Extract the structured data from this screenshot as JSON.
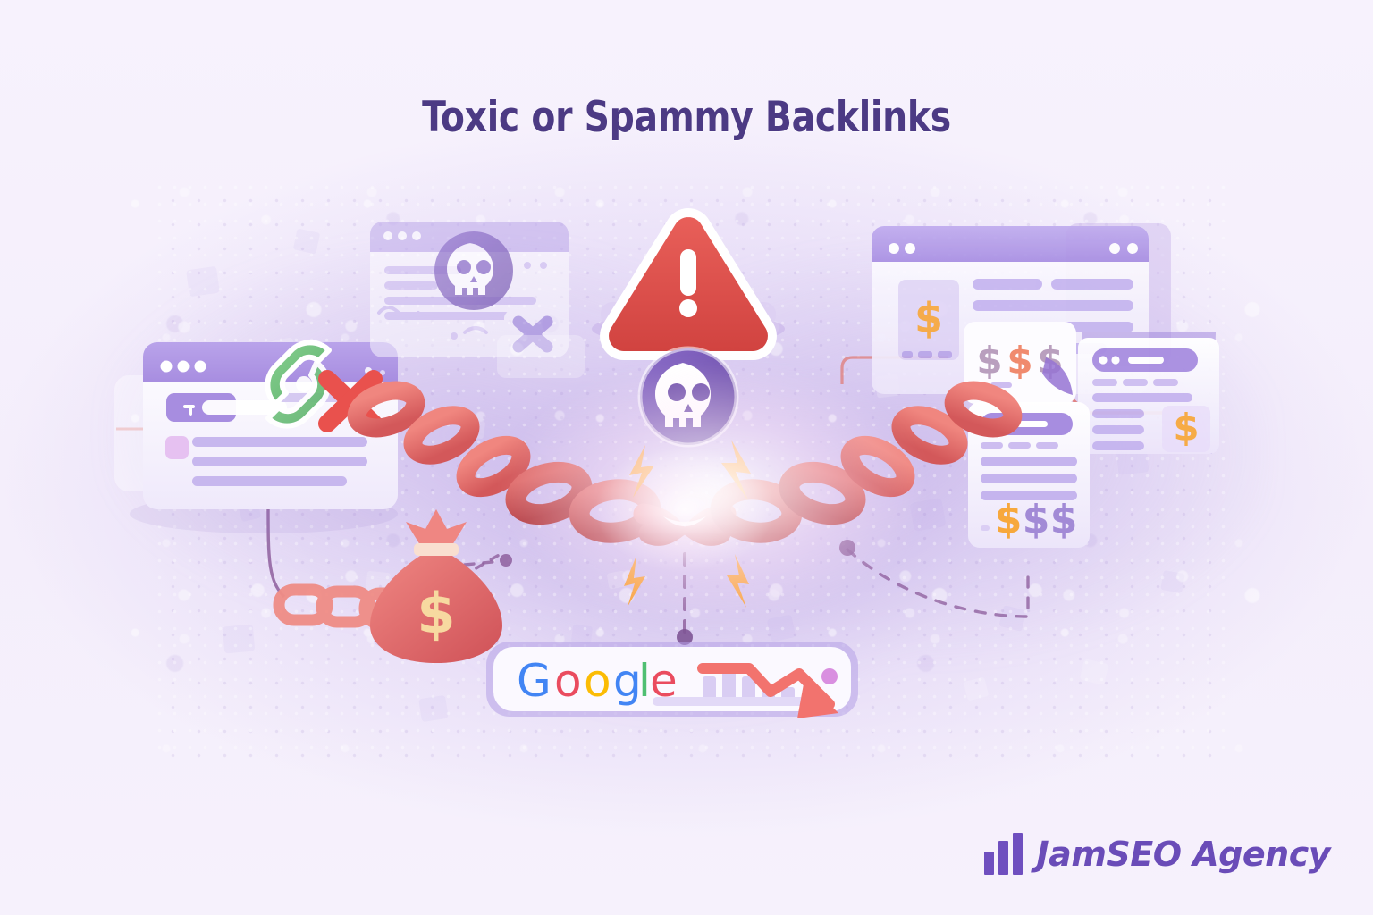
{
  "page": {
    "title": "Toxic or Spammy Backlinks",
    "background_color": "#f6f1fc",
    "title_color": "#4c3a84"
  },
  "brand": {
    "name": "JamSEO Agency",
    "color": "#6a4cb8",
    "bars_icon": "bar-chart-logo"
  },
  "icons": {
    "warning_triangle": "warning-triangle-icon",
    "skull_center": "skull-icon",
    "skull_card": "skull-icon",
    "broken_link": "broken-link-icon",
    "red_x": "red-x-icon",
    "purple_x": "purple-x-icon",
    "money_bag": "money-bag-icon",
    "broken_chain": "broken-chain-icon",
    "lightning": "lightning-bolt-icon",
    "declining_arrow": "declining-trend-arrow-icon",
    "dollar": "dollar-sign-icon"
  },
  "search_bar": {
    "logo_text": "Google",
    "logo_letters": [
      {
        "char": "G",
        "color": "#4285F4"
      },
      {
        "char": "o",
        "color": "#EA4C5F"
      },
      {
        "char": "o",
        "color": "#FBBC05"
      },
      {
        "char": "g",
        "color": "#4285F4"
      },
      {
        "char": "l",
        "color": "#4FBF72"
      },
      {
        "char": "e",
        "color": "#EA4C5F"
      }
    ],
    "trend": "declining",
    "trend_color": "#f2736e"
  },
  "cards": {
    "left_browser": {
      "name": "browser-window-broken-link",
      "dots": 3,
      "link_status": "broken",
      "marker": "red-x"
    },
    "skull_card": {
      "name": "browser-card-skull",
      "dots": 3,
      "marker": "purple-x"
    },
    "right_browser": {
      "name": "browser-window-paid-links",
      "dots": 4,
      "currency": "$"
    },
    "money_card_top": {
      "name": "card-paid-links-top",
      "currency": "$$$",
      "symbols": [
        "$",
        "$",
        "$"
      ]
    },
    "money_card_bottom": {
      "name": "document-paid-links-bottom",
      "currency": "$$$",
      "symbols": [
        "$",
        "$",
        "$"
      ]
    },
    "right_document": {
      "name": "document-paid-link",
      "currency": "$"
    }
  },
  "colors": {
    "chain_red": "#e9716e",
    "chain_red_dark": "#c9534f",
    "warning_red": "#e0504b",
    "skull_purple": "#6f53b5",
    "panel_purple": "#a892e0",
    "lightning_orange": "#f9a03f",
    "dollar_orange": "#f7a83c",
    "dashed_line": "#8e5f9e",
    "connector_pink": "#e0766f",
    "link_green": "#6ec07a"
  }
}
